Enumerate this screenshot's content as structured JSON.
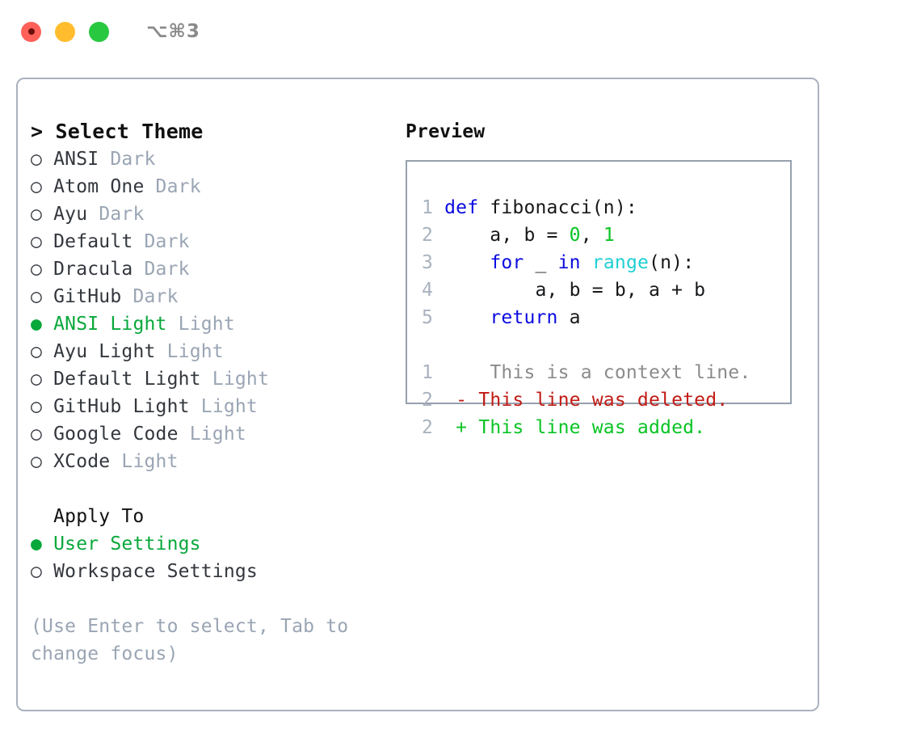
{
  "titlebar": {
    "lights": [
      {
        "name": "close",
        "color": "#ff6159"
      },
      {
        "name": "minimize",
        "color": "#ffbd2e"
      },
      {
        "name": "maximize",
        "color": "#28c840"
      }
    ],
    "shortcut": "⌥⌘3"
  },
  "theme_picker": {
    "header": "> Select Theme",
    "marker_selected": "●",
    "marker_unselected": "○",
    "items": [
      {
        "marker": "○",
        "name": "ANSI",
        "variant": "Dark",
        "selected": false
      },
      {
        "marker": "○",
        "name": "Atom One",
        "variant": "Dark",
        "selected": false
      },
      {
        "marker": "○",
        "name": "Ayu",
        "variant": "Dark",
        "selected": false
      },
      {
        "marker": "○",
        "name": "Default",
        "variant": "Dark",
        "selected": false
      },
      {
        "marker": "○",
        "name": "Dracula",
        "variant": "Dark",
        "selected": false
      },
      {
        "marker": "○",
        "name": "GitHub",
        "variant": "Dark",
        "selected": false
      },
      {
        "marker": "●",
        "name": "ANSI Light",
        "variant": "Light",
        "selected": true
      },
      {
        "marker": "○",
        "name": "Ayu Light",
        "variant": "Light",
        "selected": false
      },
      {
        "marker": "○",
        "name": "Default Light",
        "variant": "Light",
        "selected": false
      },
      {
        "marker": "○",
        "name": "GitHub Light",
        "variant": "Light",
        "selected": false
      },
      {
        "marker": "○",
        "name": "Google Code",
        "variant": "Light",
        "selected": false
      },
      {
        "marker": "○",
        "name": "XCode",
        "variant": "Light",
        "selected": false
      }
    ]
  },
  "apply_to": {
    "title": "  Apply To",
    "items": [
      {
        "marker": "●",
        "name": "User Settings",
        "selected": true
      },
      {
        "marker": "○",
        "name": "Workspace Settings",
        "selected": false
      }
    ]
  },
  "hint": "(Use Enter to select, Tab to change focus)",
  "preview": {
    "title": "Preview",
    "code_lines": [
      {
        "num": "1",
        "tokens": [
          {
            "text": "def",
            "style": "kw"
          },
          {
            "text": " fibonacci(n):",
            "style": "plain"
          }
        ]
      },
      {
        "num": "2",
        "tokens": [
          {
            "text": "    a, b = ",
            "style": "plain"
          },
          {
            "text": "0",
            "style": "num"
          },
          {
            "text": ", ",
            "style": "plain"
          },
          {
            "text": "1",
            "style": "num"
          }
        ]
      },
      {
        "num": "3",
        "tokens": [
          {
            "text": "    ",
            "style": "plain"
          },
          {
            "text": "for",
            "style": "kw"
          },
          {
            "text": " _ ",
            "style": "plain"
          },
          {
            "text": "in",
            "style": "kw"
          },
          {
            "text": " ",
            "style": "plain"
          },
          {
            "text": "range",
            "style": "fn"
          },
          {
            "text": "(n):",
            "style": "plain"
          }
        ]
      },
      {
        "num": "4",
        "tokens": [
          {
            "text": "        a, b = b, a + b",
            "style": "plain"
          }
        ]
      },
      {
        "num": "5",
        "tokens": [
          {
            "text": "    ",
            "style": "plain"
          },
          {
            "text": "return",
            "style": "kw"
          },
          {
            "text": " a",
            "style": "plain"
          }
        ]
      }
    ],
    "diff_lines": [
      {
        "num": "1",
        "sign": " ",
        "text": "  This is a context line.",
        "style": "ctx"
      },
      {
        "num": "2",
        "sign": "-",
        "text": " This line was deleted.",
        "style": "del"
      },
      {
        "num": "2",
        "sign": "+",
        "text": " This line was added.",
        "style": "add"
      }
    ]
  },
  "colors": {
    "accent_green": "#09a83b",
    "muted": "#9aa5b4",
    "keyword": "#0a0ae0",
    "function": "#1fcfd4",
    "number": "#09c424",
    "deleted": "#c11b14",
    "added": "#09c424",
    "border": "#aab2bf",
    "panel_border": "#96a0ae"
  }
}
